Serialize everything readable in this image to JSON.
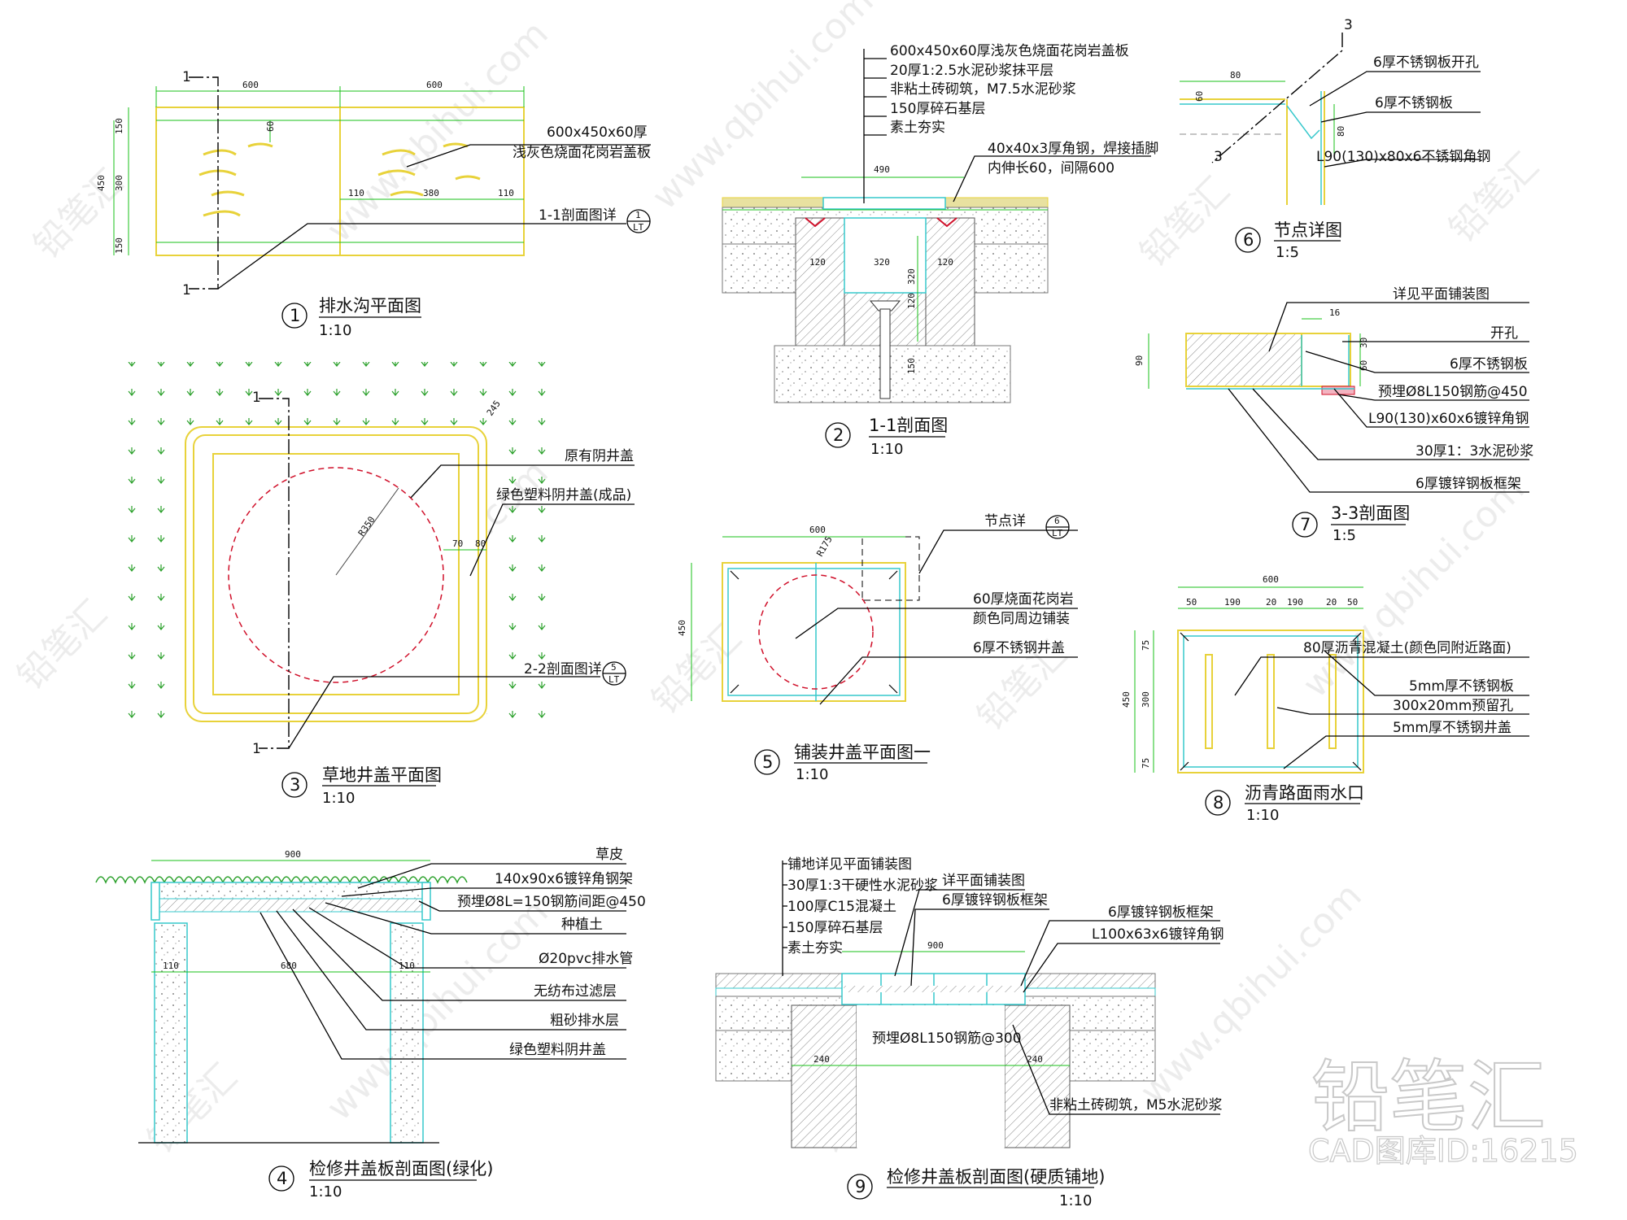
{
  "drawing": {
    "d1": {
      "num": "1",
      "title": "排水沟平面图",
      "scale": "1:10",
      "labels": [
        "600x450x60厚",
        "浅灰色烧面花岗岩盖板",
        "1-1剖面图详"
      ],
      "cut": "1",
      "ref_top": "1",
      "ref_bottom": "LT",
      "dims_top": [
        "600",
        "600"
      ],
      "dims_left": [
        "150",
        "300",
        "150"
      ],
      "dims_mid": [
        "110",
        "380",
        "110"
      ],
      "dim_side": "450",
      "dim_inner": "60"
    },
    "d2": {
      "num": "2",
      "title": "1-1剖面图",
      "scale": "1:10",
      "labels": [
        "600x450x60厚浅灰色烧面花岗岩盖板",
        "20厚1:2.5水泥砂浆抹平层",
        "非粘土砖砌筑，M7.5水泥砂浆",
        "150厚碎石基层",
        "素土夯实",
        "40x40x3厚角钢，焊接插脚",
        "内伸长60，间隔600"
      ],
      "dims": [
        "490",
        "120",
        "320",
        "120",
        "320",
        "120",
        "150"
      ]
    },
    "d3": {
      "num": "3",
      "title": "草地井盖平面图",
      "scale": "1:10",
      "labels": [
        "原有阴井盖",
        "绿色塑料阴井盖(成品)",
        "2-2剖面图详"
      ],
      "cut": "1",
      "ref_top": "5",
      "ref_bottom": "LT",
      "dims": [
        "245",
        "R350",
        "70",
        "80"
      ]
    },
    "d4": {
      "num": "4",
      "title": "检修井盖板剖面图(绿化)",
      "scale": "1:10",
      "labels": [
        "草皮",
        "140x90x6镀锌角钢架",
        "预埋Ø8L=150钢筋间距@450",
        "种植土",
        "Ø20pvc排水管",
        "无纺布过滤层",
        "粗砂排水层",
        "绿色塑料阴井盖"
      ],
      "dims": [
        "900",
        "110",
        "680",
        "110"
      ]
    },
    "d5": {
      "num": "5",
      "title": "铺装井盖平面图一",
      "scale": "1:10",
      "labels": [
        "节点详",
        "60厚烧面花岗岩",
        "颜色同周边铺装",
        "6厚不锈钢井盖"
      ],
      "ref_top": "6",
      "ref_bottom": "LT",
      "dims": [
        "600",
        "450",
        "R175"
      ]
    },
    "d6": {
      "num": "6",
      "title": "节点详图",
      "scale": "1:5",
      "labels": [
        "6厚不锈钢板开孔",
        "6厚不锈钢板",
        "L90(130)x80x6不锈钢角钢"
      ],
      "cut": "3",
      "dims": [
        "80",
        "80",
        "60"
      ]
    },
    "d7": {
      "num": "7",
      "title": "3-3剖面图",
      "scale": "1:5",
      "labels": [
        "详见平面铺装图",
        "开孔",
        "6厚不锈钢板",
        "预埋Ø8L150钢筋@450",
        "L90(130)x60x6镀锌角钢",
        "30厚1：3水泥砂浆",
        "6厚镀锌钢板框架"
      ],
      "dims": [
        "90",
        "16",
        "30",
        "60"
      ]
    },
    "d8": {
      "num": "8",
      "title": "沥青路面雨水口",
      "scale": "1:10",
      "labels": [
        "80厚沥青混凝土(颜色同附近路面)",
        "5mm厚不锈钢板",
        "300x20mm预留孔",
        "5mm厚不锈钢井盖"
      ],
      "dims_top": [
        "600"
      ],
      "dims_sub": [
        "50",
        "190",
        "20",
        "190",
        "20",
        "50"
      ],
      "dims_left": [
        "450",
        "75",
        "300",
        "75"
      ]
    },
    "d9": {
      "num": "9",
      "title": "检修井盖板剖面图(硬质铺地)",
      "scale": "1:10",
      "labels": [
        "铺地详见平面铺装图",
        "30厚1:3干硬性水泥砂浆",
        "100厚C15混凝土",
        "150厚碎石基层",
        "素土夯实",
        "详平面铺装图",
        "6厚镀锌钢板框架",
        "6厚镀锌钢板框架",
        "L100x63x6镀锌角钢",
        "预埋Ø8L150钢筋@300",
        "非粘土砖砌筑，M5水泥砂浆"
      ],
      "dims": [
        "900",
        "240",
        "240"
      ]
    }
  },
  "watermark": {
    "logo": "铅笔汇",
    "sub": "CAD图库ID:16215",
    "small": "铅笔汇",
    "url": "www.qbihui.com"
  },
  "colors": {
    "line": "#000000",
    "dim": "#18c018",
    "paving": "#e8d23a",
    "steel": "#37c8cc",
    "dashed": "#d0102a",
    "grass": "#2aa02a"
  }
}
